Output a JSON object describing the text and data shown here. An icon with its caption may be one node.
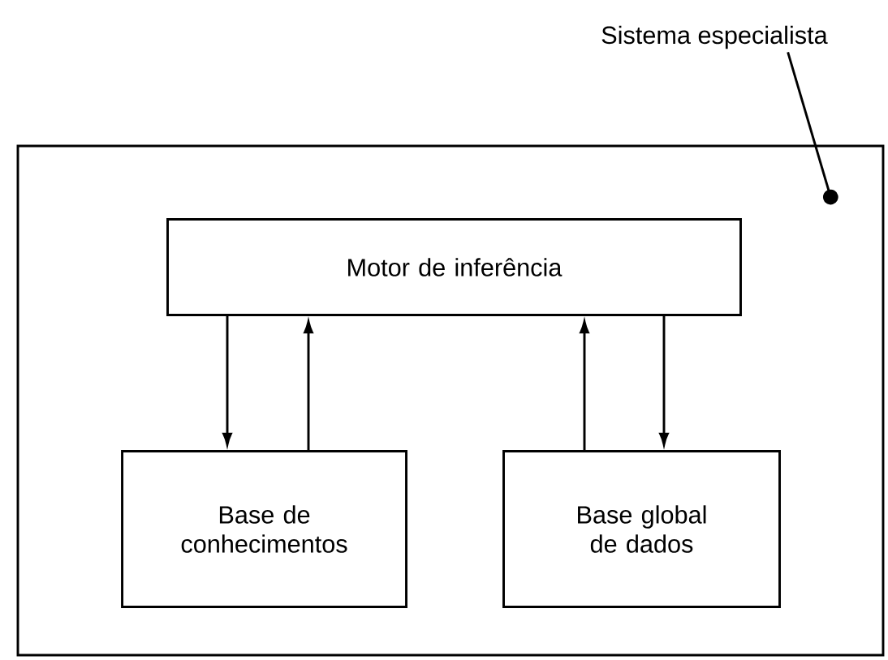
{
  "diagram": {
    "nodes": [
      {
        "text": [],
        "shape": "box"
      },
      {
        "text": [
          "Sistema especialista"
        ]
      },
      {
        "text": [
          "Motor de inferência"
        ],
        "in": 0
      },
      {
        "text": [
          "Base de conhecimentos"
        ],
        "in": 0
      },
      {
        "text": [
          "Base global de dados"
        ],
        "in": 0
      }
    ],
    "edges": [
      {
        "from": 1,
        "to": 0,
        "arrow": "other"
      },
      {
        "from": 2,
        "to": 3,
        "arrow": "to"
      },
      {
        "from": 3,
        "to": 2,
        "arrow": "to"
      },
      {
        "from": 4,
        "to": 2,
        "arrow": "to"
      },
      {
        "from": 2,
        "to": 4,
        "arrow": "to"
      }
    ]
  }
}
